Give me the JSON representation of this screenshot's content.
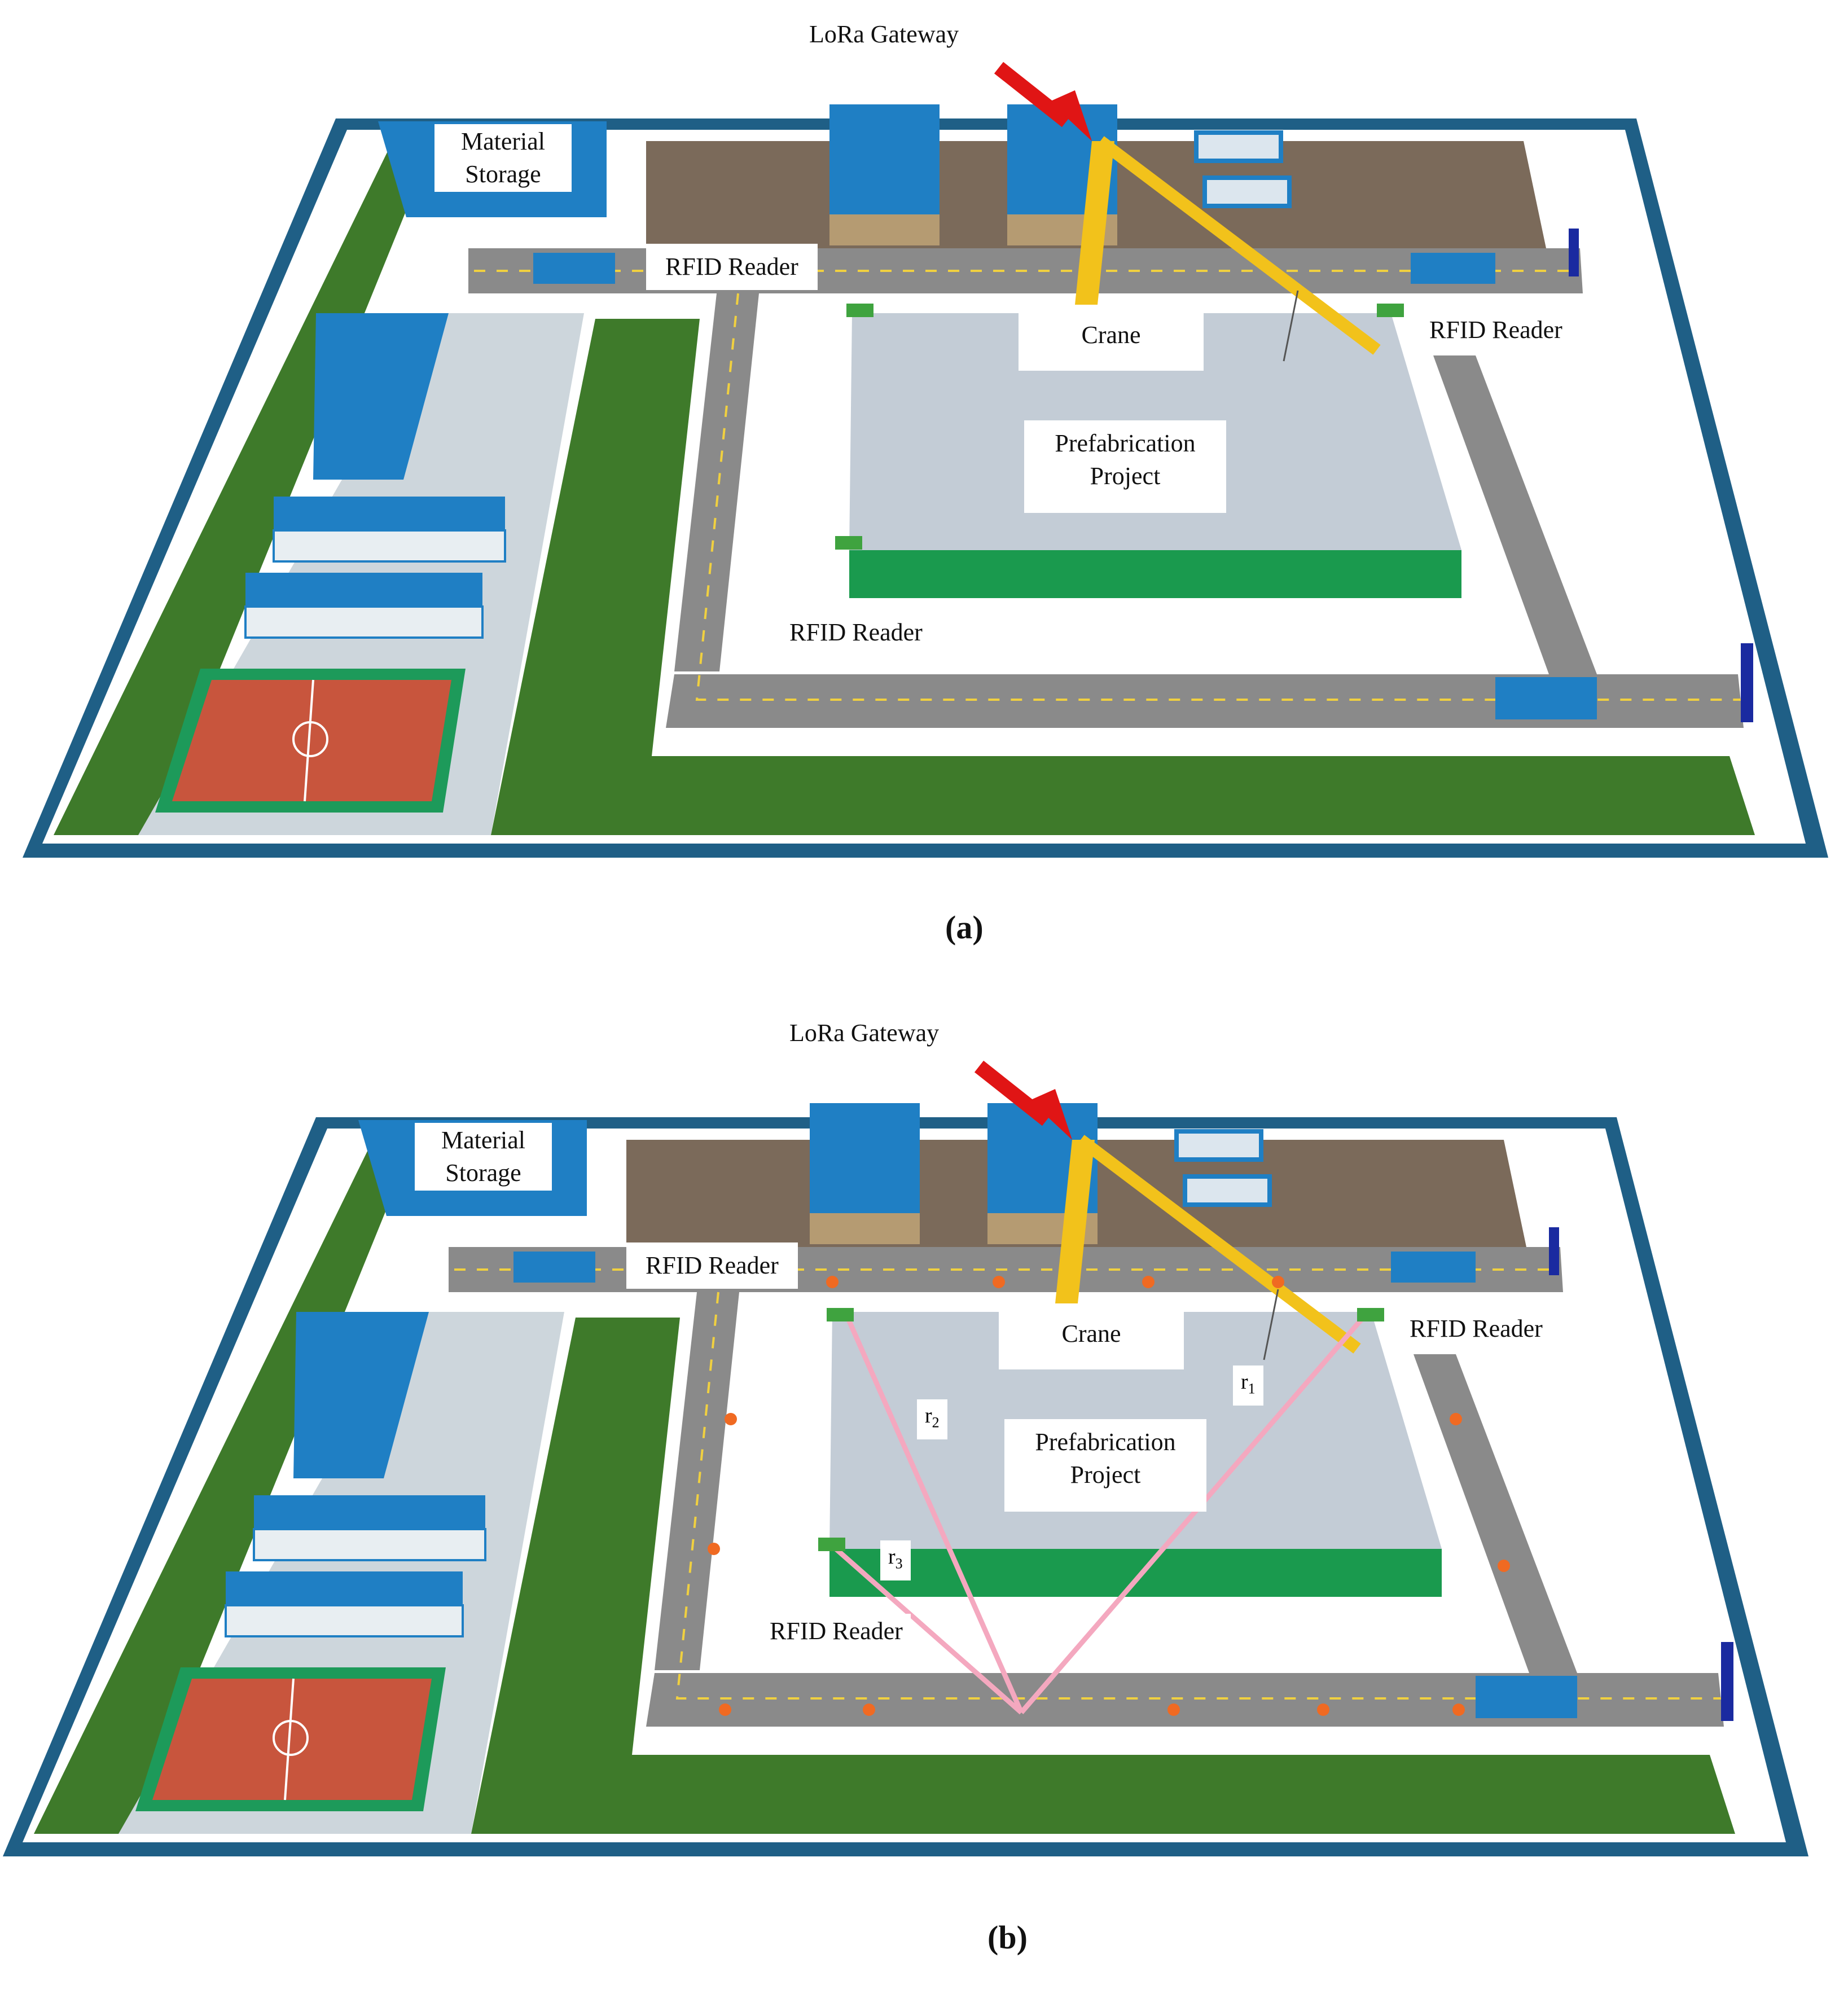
{
  "panels": [
    {
      "caption": "(a)",
      "labels": {
        "gateway": "LoRa Gateway",
        "storage": "Material Storage",
        "reader_top": "RFID Reader",
        "reader_right": "RFID Reader",
        "reader_bottom": "RFID Reader",
        "crane": "Crane",
        "project": "Prefabrication Project"
      }
    },
    {
      "caption": "(b)",
      "labels": {
        "gateway": "LoRa Gateway",
        "storage": "Material Storage",
        "reader_top": "RFID Reader",
        "reader_right": "RFID Reader",
        "reader_bottom": "RFID Reader",
        "crane": "Crane",
        "project": "Prefabrication Project"
      },
      "range_labels": {
        "r1": {
          "base": "r",
          "sub": "1"
        },
        "r2": {
          "base": "r",
          "sub": "2"
        },
        "r3": {
          "base": "r",
          "sub": "3"
        }
      }
    }
  ],
  "colors": {
    "wall": "#1f5f86",
    "grass": "#3e7a2a",
    "yard": "#cdd6dc",
    "ground": "#ffffff",
    "road": "#8a8a8a",
    "dirt": "#7b6a5a",
    "building": "#1f7fc4",
    "building_dark": "#145e96",
    "project_top": "#c3ccd6",
    "project_side": "#1a9a4e",
    "crane": "#f2c21b",
    "arrow": "#e01515",
    "court": "#c8553d",
    "court_border": "#1d9a5a",
    "reader": "#3fa33f",
    "range_line": "#f4a8bf",
    "tag": "#f06a22"
  }
}
